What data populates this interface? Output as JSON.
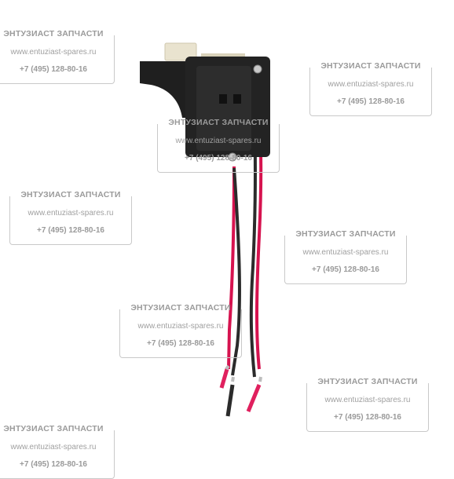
{
  "watermark": {
    "title": "ЭНТУЗИАСТ ЗАПЧАСТИ",
    "url": "www.entuziast-spares.ru",
    "phone": "+7 (495) 128-80-16"
  },
  "colors": {
    "switch_body": "#232323",
    "trigger": "#1d1d1d",
    "slider": "#e9e3cf",
    "wire_red": "#d6134f",
    "wire_black": "#2a2a2a",
    "watermark_text": "#9a9a9a"
  }
}
